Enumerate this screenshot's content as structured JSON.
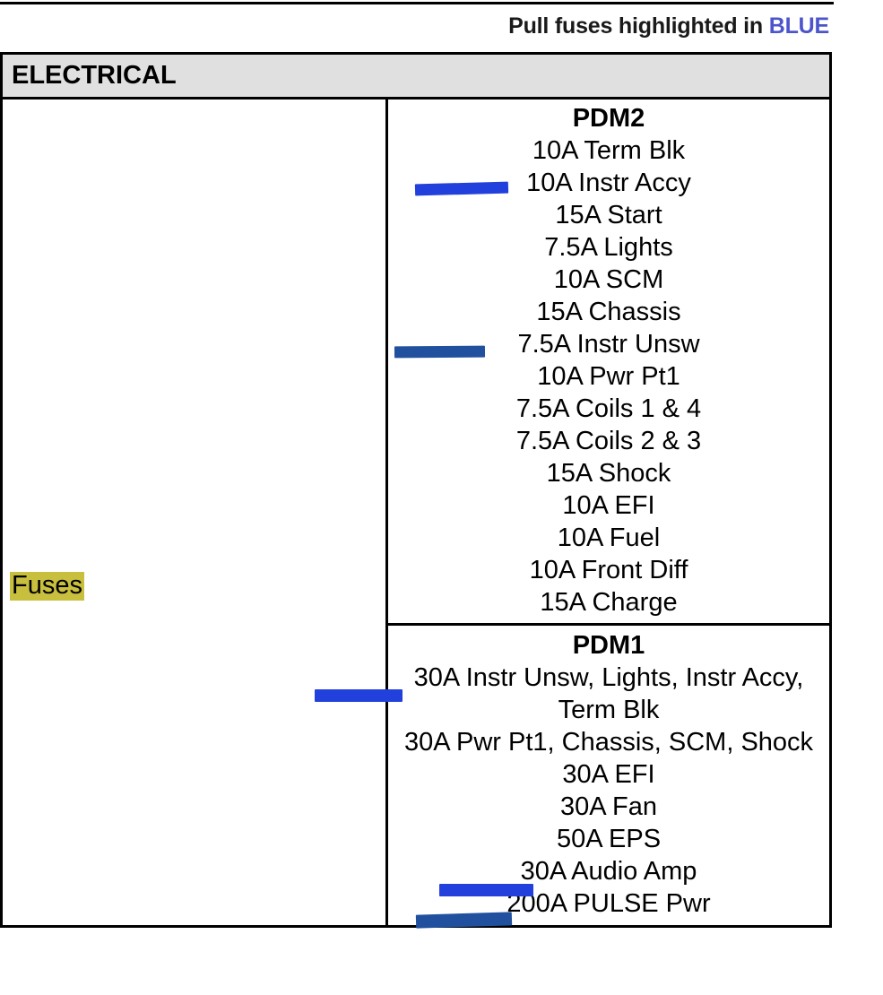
{
  "caption": {
    "prefix": "Pull fuses highlighted in ",
    "highlight_word": "BLUE",
    "highlight_color": "#4c55cc"
  },
  "table": {
    "section_header": "ELECTRICAL",
    "left_column": {
      "label": "Fuses",
      "label_highlight_color": "#c9bf3e"
    },
    "modules": [
      {
        "title": "PDM2",
        "fuses": [
          {
            "label": "10A Term Blk",
            "marked": false
          },
          {
            "label": "10A Instr Accy",
            "marked": true,
            "marker_color": "#2240dc"
          },
          {
            "label": "15A Start",
            "marked": false
          },
          {
            "label": "7.5A Lights",
            "marked": false
          },
          {
            "label": "10A SCM",
            "marked": false
          },
          {
            "label": "15A Chassis",
            "marked": false
          },
          {
            "label": "7.5A Instr Unsw",
            "marked": true,
            "marker_color": "#20509e"
          },
          {
            "label": "10A Pwr Pt1",
            "marked": false
          },
          {
            "label": "7.5A Coils 1 & 4",
            "marked": false
          },
          {
            "label": "7.5A Coils 2 & 3",
            "marked": false
          },
          {
            "label": "15A Shock",
            "marked": false
          },
          {
            "label": "10A EFI",
            "marked": false
          },
          {
            "label": "10A Fuel",
            "marked": false
          },
          {
            "label": "10A Front Diff",
            "marked": false
          },
          {
            "label": "15A Charge",
            "marked": false
          }
        ]
      },
      {
        "title": "PDM1",
        "fuses": [
          {
            "label": "30A Instr Unsw, Lights, Instr Accy, Term Blk",
            "marked": true,
            "marker_color": "#2240dc"
          },
          {
            "label": "30A Pwr Pt1, Chassis, SCM, Shock",
            "marked": false
          },
          {
            "label": "30A EFI",
            "marked": false
          },
          {
            "label": "30A Fan",
            "marked": false
          },
          {
            "label": "50A EPS",
            "marked": true,
            "marker_color": "#2240dc"
          },
          {
            "label": "30A Audio Amp",
            "marked": true,
            "marker_color": "#20509e"
          },
          {
            "label": "200A PULSE Pwr",
            "marked": false
          }
        ]
      }
    ]
  }
}
